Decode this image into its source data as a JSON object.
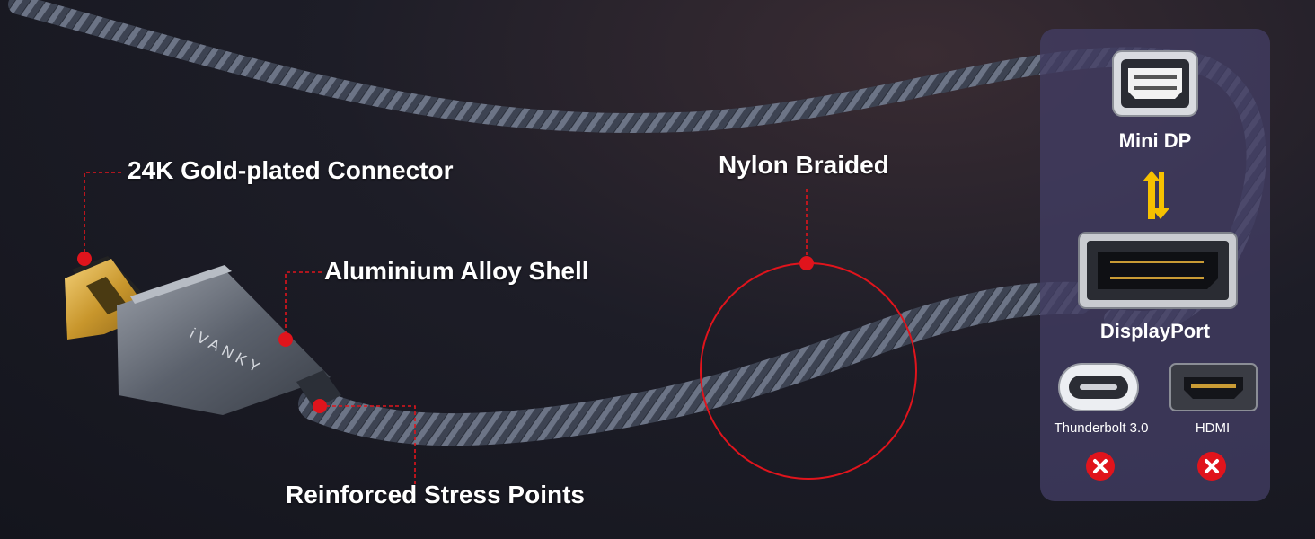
{
  "brand": "iVANKY",
  "callouts": {
    "gold_connector": "24K Gold-plated Connector",
    "aluminium_shell": "Aluminium Alloy Shell",
    "nylon_braided": "Nylon Braided",
    "stress_points": "Reinforced Stress Points"
  },
  "compatibility": {
    "top_port": "Mini DP",
    "bottom_port": "DisplayPort",
    "incompatible": [
      {
        "label": "Thunderbolt 3.0",
        "icon": "usb-c-port-icon",
        "status": "x-mark-icon"
      },
      {
        "label": "HDMI",
        "icon": "hdmi-port-icon",
        "status": "x-mark-icon"
      }
    ]
  },
  "colors": {
    "accent_red": "#e0141c",
    "arrow_yellow": "#f6c100",
    "panel": "#423e64",
    "gold": "#d4a73a"
  }
}
